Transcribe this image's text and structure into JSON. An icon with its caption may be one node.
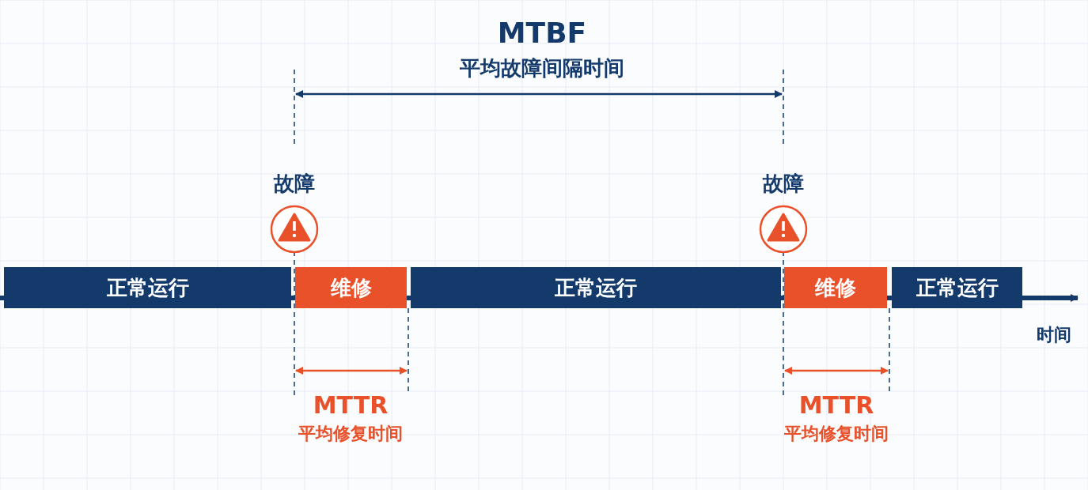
{
  "diagram": {
    "nodes": [
      {
        "text": [
          "正常运行"
        ]
      },
      {
        "text": [
          "维修"
        ]
      },
      {
        "text": [
          "正常运行"
        ]
      },
      {
        "text": [
          "维修"
        ]
      },
      {
        "text": [
          "正常运行"
        ]
      }
    ],
    "labels": [
      "MTBF",
      "平均故障间隔时间",
      "故障",
      "故障",
      "时间",
      "MTTR",
      "平均修复时间",
      "MTTR",
      "平均修复时间"
    ]
  }
}
